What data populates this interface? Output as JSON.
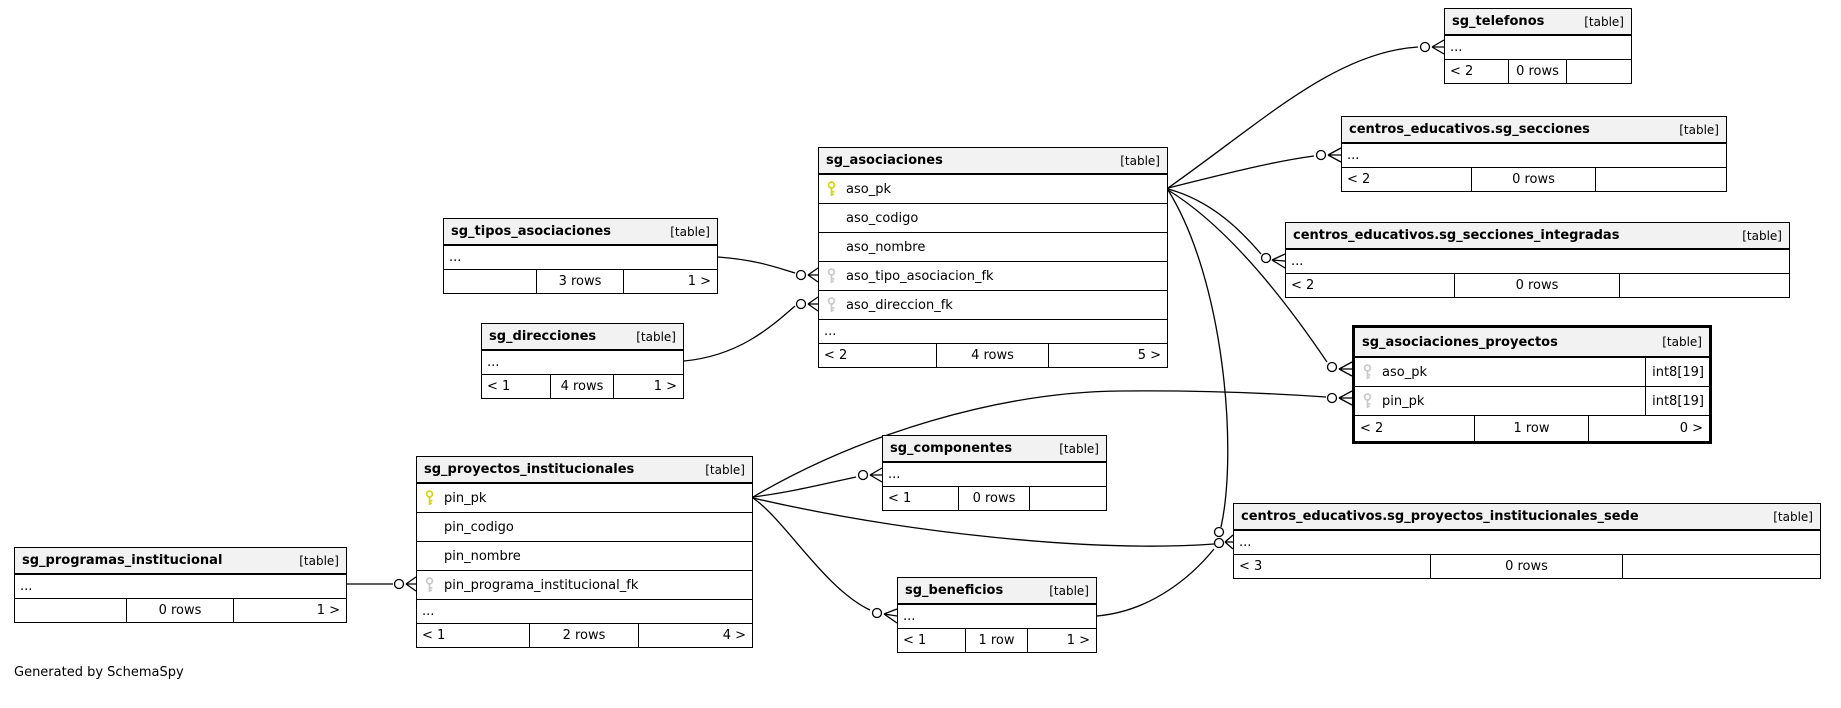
{
  "generated_by": "Generated by SchemaSpy",
  "colors": {
    "primary_key_icon": "#d4d411",
    "foreign_key_icon": "#c9c9c9",
    "table_header_background": "#f2f2f2",
    "line": "#000000"
  },
  "tables": [
    {
      "name": "sg_telefonos",
      "tag": "[table]",
      "more": "...",
      "footer": {
        "left": "< 2",
        "center": "0 rows",
        "right": ""
      }
    },
    {
      "name": "centros_educativos.sg_secciones",
      "tag": "[table]",
      "more": "...",
      "footer": {
        "left": "< 2",
        "center": "0 rows",
        "right": ""
      }
    },
    {
      "name": "centros_educativos.sg_secciones_integradas",
      "tag": "[table]",
      "more": "...",
      "footer": {
        "left": "< 2",
        "center": "0 rows",
        "right": ""
      }
    },
    {
      "name": "sg_asociaciones",
      "tag": "[table]",
      "more": "...",
      "columns": [
        {
          "name": "aso_pk",
          "key": "pk"
        },
        {
          "name": "aso_codigo",
          "key": "none"
        },
        {
          "name": "aso_nombre",
          "key": "none"
        },
        {
          "name": "aso_tipo_asociacion_fk",
          "key": "fk"
        },
        {
          "name": "aso_direccion_fk",
          "key": "fk"
        }
      ],
      "footer": {
        "left": "< 2",
        "center": "4 rows",
        "right": "5 >"
      }
    },
    {
      "name": "sg_tipos_asociaciones",
      "tag": "[table]",
      "more": "...",
      "footer": {
        "left": "",
        "center": "3 rows",
        "right": "1 >"
      }
    },
    {
      "name": "sg_direcciones",
      "tag": "[table]",
      "more": "...",
      "footer": {
        "left": "< 1",
        "center": "4 rows",
        "right": "1 >"
      }
    },
    {
      "name": "sg_asociaciones_proyectos",
      "tag": "[table]",
      "columns": [
        {
          "name": "aso_pk",
          "key": "fk",
          "type": "int8[19]"
        },
        {
          "name": "pin_pk",
          "key": "fk",
          "type": "int8[19]"
        }
      ],
      "footer": {
        "left": "< 2",
        "center": "1 row",
        "right": "0 >"
      }
    },
    {
      "name": "sg_componentes",
      "tag": "[table]",
      "more": "...",
      "footer": {
        "left": "< 1",
        "center": "0 rows",
        "right": ""
      }
    },
    {
      "name": "sg_proyectos_institucionales",
      "tag": "[table]",
      "more": "...",
      "columns": [
        {
          "name": "pin_pk",
          "key": "pk"
        },
        {
          "name": "pin_codigo",
          "key": "none"
        },
        {
          "name": "pin_nombre",
          "key": "none"
        },
        {
          "name": "pin_programa_institucional_fk",
          "key": "fk"
        }
      ],
      "footer": {
        "left": "< 1",
        "center": "2 rows",
        "right": "4 >"
      }
    },
    {
      "name": "sg_beneficios",
      "tag": "[table]",
      "more": "...",
      "footer": {
        "left": "< 1",
        "center": "1 row",
        "right": "1 >"
      }
    },
    {
      "name": "centros_educativos.sg_proyectos_institucionales_sede",
      "tag": "[table]",
      "more": "...",
      "footer": {
        "left": "< 3",
        "center": "0 rows",
        "right": ""
      }
    },
    {
      "name": "sg_programas_institucional",
      "tag": "[table]",
      "more": "...",
      "footer": {
        "left": "",
        "center": "0 rows",
        "right": "1 >"
      }
    }
  ],
  "relationships": [
    {
      "parent": "sg_tipos_asociaciones",
      "child": "sg_asociaciones.aso_tipo_asociacion_fk"
    },
    {
      "parent": "sg_direcciones",
      "child": "sg_asociaciones.aso_direccion_fk"
    },
    {
      "parent": "sg_asociaciones.aso_pk",
      "child": "sg_telefonos"
    },
    {
      "parent": "sg_asociaciones.aso_pk",
      "child": "centros_educativos.sg_secciones"
    },
    {
      "parent": "sg_asociaciones.aso_pk",
      "child": "centros_educativos.sg_secciones_integradas"
    },
    {
      "parent": "sg_asociaciones.aso_pk",
      "child": "sg_asociaciones_proyectos.aso_pk"
    },
    {
      "parent": "sg_asociaciones.aso_pk",
      "child": "centros_educativos.sg_proyectos_institucionales_sede"
    },
    {
      "parent": "sg_proyectos_institucionales.pin_pk",
      "child": "sg_asociaciones_proyectos.pin_pk"
    },
    {
      "parent": "sg_proyectos_institucionales.pin_pk",
      "child": "sg_componentes"
    },
    {
      "parent": "sg_proyectos_institucionales.pin_pk",
      "child": "sg_beneficios"
    },
    {
      "parent": "sg_proyectos_institucionales.pin_pk",
      "child": "centros_educativos.sg_proyectos_institucionales_sede"
    },
    {
      "parent": "sg_beneficios",
      "child": "centros_educativos.sg_proyectos_institucionales_sede"
    },
    {
      "parent": "sg_programas_institucional",
      "child": "sg_proyectos_institucionales.pin_programa_institucional_fk"
    }
  ]
}
